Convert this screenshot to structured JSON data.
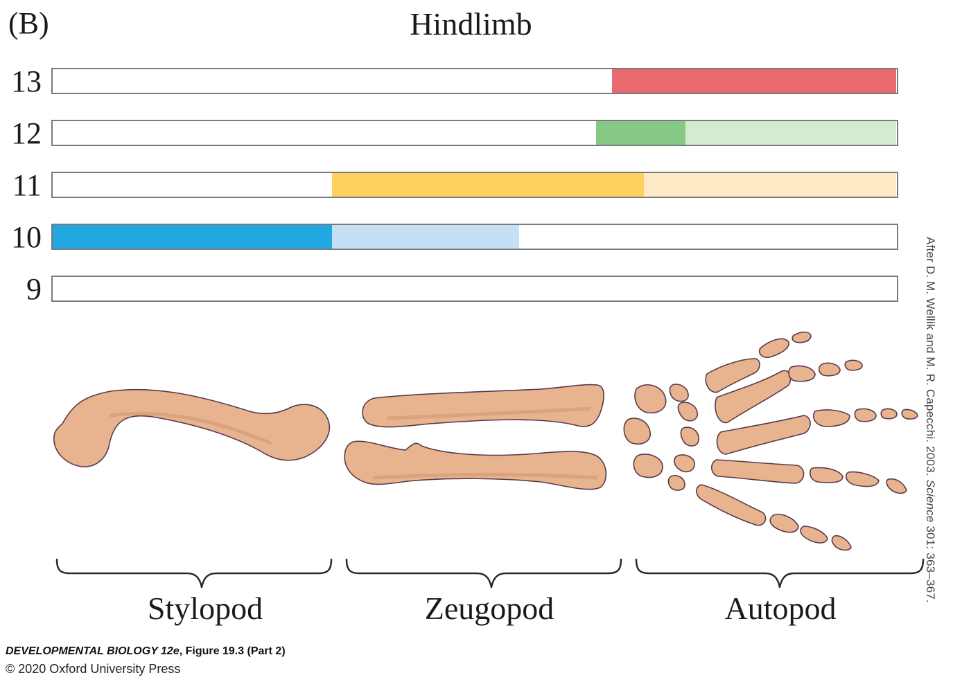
{
  "panel_label": "(B)",
  "title": "Hindlimb",
  "rows": [
    {
      "label": "13",
      "segments": [
        {
          "from": 0.663,
          "to": 1.0,
          "color": "#e8696e"
        }
      ]
    },
    {
      "label": "12",
      "segments": [
        {
          "from": 0.644,
          "to": 0.75,
          "color": "#86c985"
        },
        {
          "from": 0.75,
          "to": 1.0,
          "color": "#d4ebcf"
        }
      ]
    },
    {
      "label": "11",
      "segments": [
        {
          "from": 0.331,
          "to": 0.701,
          "color": "#fdd060"
        },
        {
          "from": 0.701,
          "to": 1.0,
          "color": "#feeac4"
        }
      ]
    },
    {
      "label": "10",
      "segments": [
        {
          "from": 0.0,
          "to": 0.331,
          "color": "#22a8e0"
        },
        {
          "from": 0.331,
          "to": 0.553,
          "color": "#c5e0f5"
        }
      ]
    },
    {
      "label": "9",
      "segments": []
    }
  ],
  "regions": {
    "stylopod": "Stylopod",
    "zeugopod": "Zeugopod",
    "autopod": "Autopod"
  },
  "credit": {
    "prefix": "After D. M. Wellik and M. R. Capecchi. 2003. ",
    "journal": "Science",
    "suffix": " 301: 363–367."
  },
  "footer": {
    "book_title": "DEVELOPMENTAL BIOLOGY 12e",
    "figure": ", Figure 19.3 (Part 2)",
    "copyright": "© 2020 Oxford University Press"
  },
  "colors": {
    "bone_fill": "#e7b48f",
    "bone_stroke": "#5a3a4a",
    "bar_border": "#7a7a7a"
  }
}
